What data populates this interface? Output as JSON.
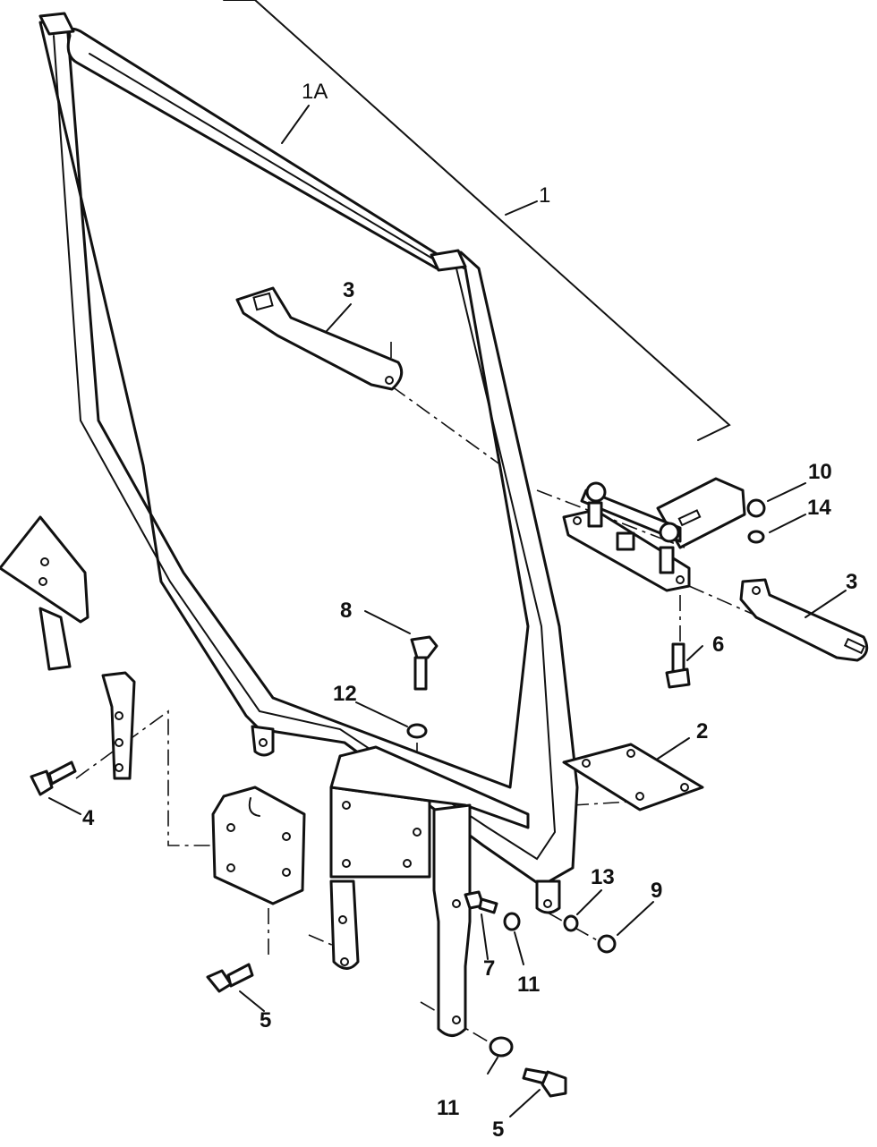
{
  "figure": {
    "type": "exploded parts diagram",
    "callouts": [
      {
        "id": "c-1",
        "text": "1"
      },
      {
        "id": "c-1a",
        "text": "1A"
      },
      {
        "id": "c-2",
        "text": "2"
      },
      {
        "id": "c-3-top",
        "text": "3"
      },
      {
        "id": "c-3-right",
        "text": "3"
      },
      {
        "id": "c-4",
        "text": "4"
      },
      {
        "id": "c-5-left",
        "text": "5"
      },
      {
        "id": "c-5-bottom",
        "text": "5"
      },
      {
        "id": "c-6",
        "text": "6"
      },
      {
        "id": "c-7",
        "text": "7"
      },
      {
        "id": "c-8",
        "text": "8"
      },
      {
        "id": "c-9",
        "text": "9"
      },
      {
        "id": "c-10",
        "text": "10"
      },
      {
        "id": "c-11-mid",
        "text": "11"
      },
      {
        "id": "c-11-bottom",
        "text": "11"
      },
      {
        "id": "c-12",
        "text": "12"
      },
      {
        "id": "c-13",
        "text": "13"
      },
      {
        "id": "c-14",
        "text": "14"
      }
    ],
    "colors": {
      "line": "#111111",
      "background": "#ffffff"
    }
  }
}
